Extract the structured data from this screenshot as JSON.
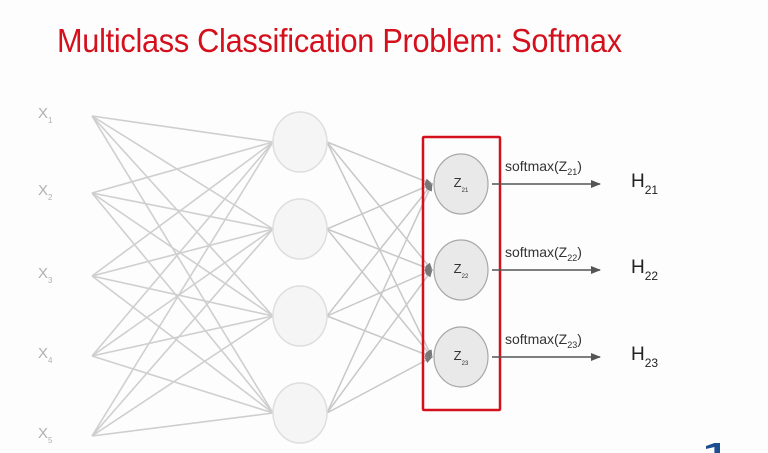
{
  "title": "Multiclass Classification Problem: Softmax",
  "colors": {
    "title": "#d4101d",
    "highlight_box": "#d4101d",
    "edge": "#cfcfcf",
    "node_fill_hidden": "#f5f5f5",
    "node_fill_output": "#e9e9e9",
    "text_input": "#b0b0b0",
    "text_dark": "#333333",
    "corner_mark": "#1b4f8f"
  },
  "inputs": [
    {
      "base": "X",
      "sub": "1"
    },
    {
      "base": "X",
      "sub": "2"
    },
    {
      "base": "X",
      "sub": "3"
    },
    {
      "base": "X",
      "sub": "4"
    },
    {
      "base": "X",
      "sub": "5"
    }
  ],
  "hidden_layer": {
    "count": 4
  },
  "outputs": [
    {
      "node_base": "Z",
      "node_sub": "21",
      "func": "softmax(Z",
      "func_sub": "21",
      "func_close": ")",
      "result_base": "H",
      "result_sub": "21"
    },
    {
      "node_base": "Z",
      "node_sub": "22",
      "func": "softmax(Z",
      "func_sub": "22",
      "func_close": ")",
      "result_base": "H",
      "result_sub": "22"
    },
    {
      "node_base": "Z",
      "node_sub": "23",
      "func": "softmax(Z",
      "func_sub": "23",
      "func_close": ")",
      "result_base": "H",
      "result_sub": "23"
    }
  ],
  "highlight": "output-layer"
}
